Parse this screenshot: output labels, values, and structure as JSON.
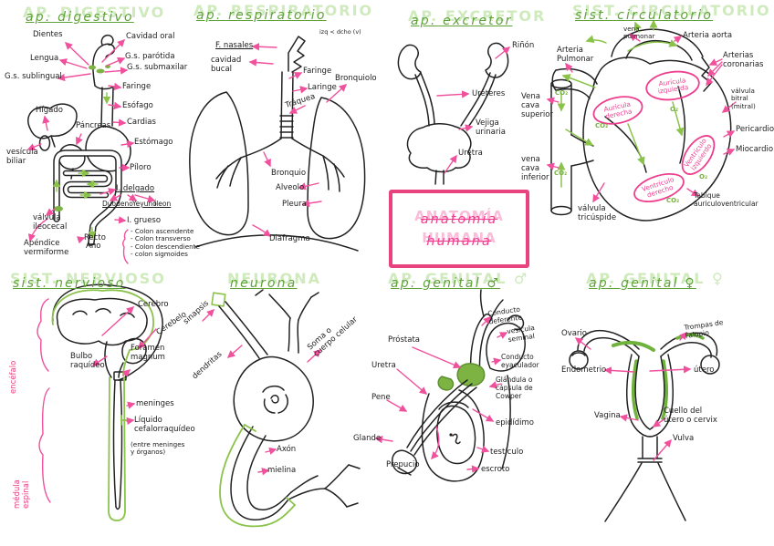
{
  "colors": {
    "pink": "#f0509c",
    "green": "#8bc34a",
    "green_title": "#5fa23a",
    "ink": "#1c1c1c",
    "box_border": "#e8437e"
  },
  "center": {
    "title_line1": "anatomía",
    "title_line2": "humana"
  },
  "digestivo": {
    "title": "ap. digestivo",
    "labels": {
      "dientes": "Dientes",
      "cavidad_oral": "Cavidad oral",
      "lengua": "Lengua",
      "gs_parotida": "G.s. parótida",
      "gs_submaxilar": "G.s. submaxilar",
      "gs_sublingual": "G.s. sublingual",
      "faringe": "Faringe",
      "esofago": "Esófago",
      "higado": "Hígado",
      "pancreas": "Páncreas",
      "cardias": "Cardias",
      "estomago": "Estómago",
      "vesicula": "vesícula\nbiliar",
      "piloro": "Píloro",
      "i_delgado": "I. delgado",
      "duodeno": "Duodeno",
      "yeyuno": "Yeyuno",
      "ileon": "Íleon",
      "valvula_ileocecal": "válvula\nileocecal",
      "i_grueso": "I. grueso",
      "colons": "- Colon ascendente\n- Colon transverso\n- Colon descendiente\n- colon sigmoides",
      "apendice": "Apéndice\nvermiforme",
      "recto": "Recto",
      "ano": "Ano"
    }
  },
  "respiratorio": {
    "title": "ap. respiratorio",
    "note": "izq < dcho (v)",
    "labels": {
      "f_nasales": "F. nasales",
      "cavidad_bucal": "cavidad\nbucal",
      "faringe": "Faringe",
      "laringe": "Laringe",
      "traquea": "Tráquea",
      "bronquiolo": "Bronquiolo",
      "bronquio": "Bronquio",
      "alveolo": "Alveolo",
      "pleura": "Pleura",
      "diafragma": "Diafragma"
    }
  },
  "excretor": {
    "title": "ap. excretor",
    "labels": {
      "rinon": "Riñón",
      "ureteres": "Uréteres",
      "vejiga": "Vejiga\nurinaria",
      "uretra": "Uretra"
    }
  },
  "circulatorio": {
    "title": "sist. circulatorio",
    "labels": {
      "vena_pulmonar": "vena\npulmonar",
      "arteria_aorta": "Arteria aorta",
      "arteria_pulmonar": "Arteria\nPulmonar",
      "arterias_coronarias": "Arterias\ncoronarias",
      "auricula_izquierda": "Aurícula\nizquierda",
      "auricula_derecha": "Aurícula\nderecha",
      "valvula_bitral": "válvula\nbitral\n(mitral)",
      "vena_cava_superior": "Vena\ncava\nsuperior",
      "vena_cava_inferior": "vena\ncava\ninferior",
      "valvula_tricuspide": "válvula\ntricúspide",
      "ventriculo_derecho": "Ventrículo\nderecho",
      "ventriculo_izquierdo": "Ventrículo\nizquierdo",
      "pericardio": "Pericardio",
      "miocardio": "Miocardio",
      "tabique": "Tabique\nauriculoventricular"
    },
    "gases": {
      "co2": "CO₂",
      "o2": "O₂"
    }
  },
  "nervioso": {
    "title": "sist. nervioso",
    "labels": {
      "encefalo": "encéfalo",
      "cerebro": "Cerebro",
      "cerebelo": "Cerebelo",
      "bulbo": "Bulbo\nraquídeo",
      "foramen": "Foramen\nmagnum",
      "meninges": "meninges",
      "liquido": "Líquido\ncefalorraquídeo",
      "entre": "(entre meninges\ny órganos)",
      "medula": "médula\nespinal"
    }
  },
  "neurona": {
    "title": "neurona",
    "labels": {
      "sinapsis": "sinapsis",
      "dendritas": "dendritas",
      "soma": "Soma o\ncuerpo celular",
      "axon": "Axón",
      "mielina": "mielina"
    }
  },
  "genital_masculino": {
    "title": "ap. genital ♂",
    "labels": {
      "conducto_deferente": "Conducto\ndeferente",
      "vesicula_seminal": "vesícula\nseminal",
      "prostata": "Próstata",
      "uretra": "Uretra",
      "conducto_eyaculador": "Conducto\neyaculador",
      "cowper": "Glándula o\ncápsula de\nCowper",
      "pene": "Pene",
      "glande": "Glande",
      "prepucio": "Prepucio",
      "epididimo": "epidídimo",
      "testiculo": "testículo",
      "escroto": "escroto"
    }
  },
  "genital_femenino": {
    "title": "ap. genital ♀",
    "labels": {
      "ovario": "Ovario",
      "trompas": "Trompas de\nFalopio",
      "endometrio": "Endometrio",
      "utero": "útero",
      "vagina": "Vagina",
      "cuello": "Cuello del\nútero o cervix",
      "vulva": "Vulva"
    }
  }
}
